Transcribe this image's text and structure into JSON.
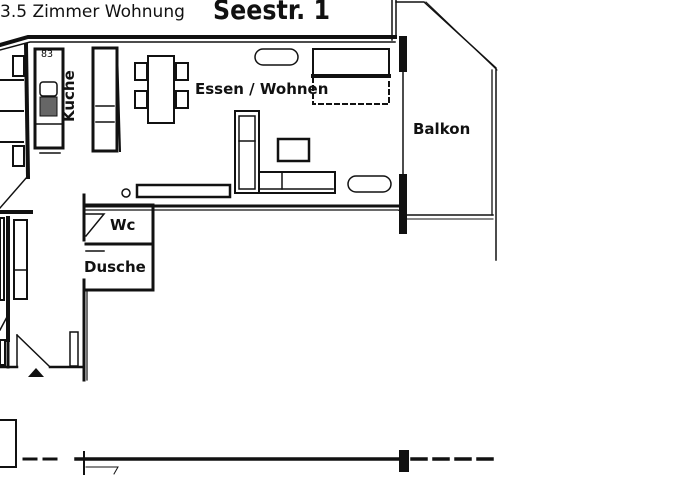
{
  "header": {
    "subtitle": "3.5 Zimmer Wohnung",
    "title": "Seestr. 1"
  },
  "rooms": {
    "kueche": "Küche",
    "essen_wohnen": "Essen / Wohnen",
    "balkon": "Balkon",
    "wc": "Wc",
    "dusche": "Dusche"
  },
  "fixtures": {
    "stove_label": "83"
  },
  "colors": {
    "wall": "#111111",
    "background": "#ffffff"
  }
}
